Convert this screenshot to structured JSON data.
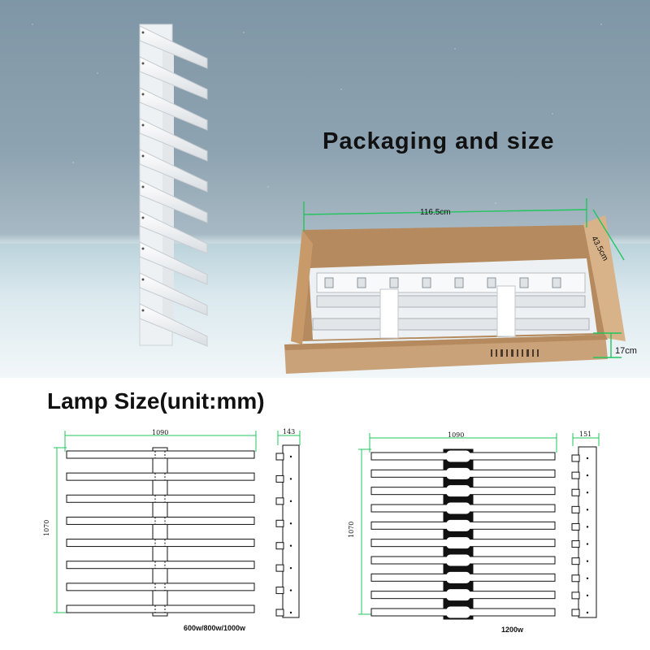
{
  "headings": {
    "packaging": "Packaging and size",
    "lamp_size": "Lamp Size(unit:mm)"
  },
  "box_dimensions": {
    "length": "116.5cm",
    "width": "43.5cm",
    "height": "17cm"
  },
  "lamp_drawings": [
    {
      "model": "600w/800w/1000w",
      "width_label": "1090",
      "height_label": "1070",
      "depth_label": "143",
      "bars": 8
    },
    {
      "model": "1200w",
      "width_label": "1090",
      "height_label": "1070",
      "depth_label": "151",
      "bars": 10
    }
  ],
  "colors": {
    "dimension_line": "#22c55e",
    "carton": "#c9a27a",
    "drawing_stroke": "#111111"
  }
}
